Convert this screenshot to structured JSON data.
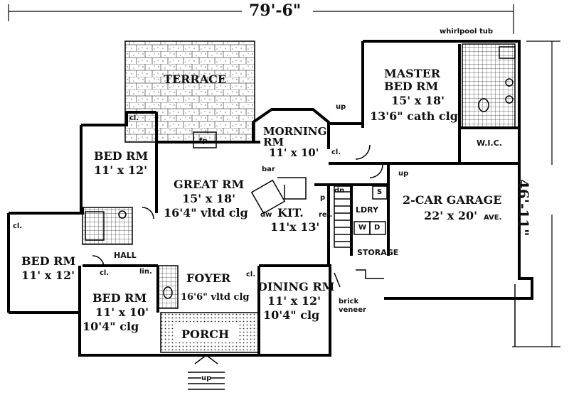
{
  "dimensions": {
    "width": "79'-6\"",
    "depth": "46'-11\""
  },
  "rooms": {
    "terrace": {
      "name": "TERRACE"
    },
    "master": {
      "name1": "MASTER",
      "name2": "BED RM",
      "size": "15' x 18'",
      "ceiling": "13'6\" cath clg"
    },
    "whirlpool": "whirlpool tub",
    "morning": {
      "name": "MORNING",
      "name2": "RM",
      "size": "11' x 10'"
    },
    "bed_nw": {
      "name": "BED RM",
      "size": "11' x 12'"
    },
    "great": {
      "name": "GREAT RM",
      "size": "15' x 18'",
      "ceiling": "16'4\" vltd clg"
    },
    "kitchen": {
      "name": "KIT.",
      "size": "11'x 13'"
    },
    "bar": "bar",
    "garage": {
      "name": "2-CAR GARAGE",
      "size": "22' x 20'",
      "suffix": "AVE."
    },
    "wic": "W.I.C.",
    "laundry": "LDRY",
    "storage": "STORAGE",
    "hall": "HALL",
    "bed_w": {
      "name": "BED RM",
      "size": "11' x 12'"
    },
    "bed_s": {
      "name": "BED RM",
      "size": "11' x 10'",
      "ceiling": "10'4\" clg"
    },
    "foyer": {
      "name": "FOYER",
      "ceiling": "16'6\" vltd clg"
    },
    "dining": {
      "name": "DINING RM",
      "size": "11' x 12'",
      "ceiling": "10'4\" clg"
    },
    "porch": "PORCH",
    "brick": {
      "line1": "brick",
      "line2": "veneer"
    }
  },
  "small_labels": {
    "closet": "cl.",
    "linen": "lin.",
    "fireplace": "fp.",
    "pantry": "p",
    "refrigerator": "ref.",
    "dishwasher": "dw",
    "washer": "W",
    "dryer": "D",
    "sink": "S",
    "up": "up",
    "down": "dn"
  }
}
